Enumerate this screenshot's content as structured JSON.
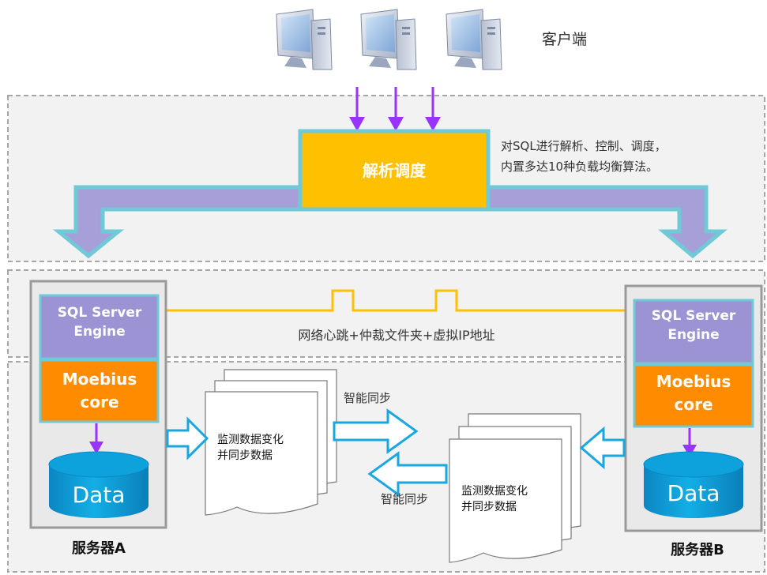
{
  "clients": {
    "label": "客户端",
    "count": 3
  },
  "dispatcher": {
    "label": "解析调度",
    "note_line1": "对SQL进行解析、控制、调度，",
    "note_line2": "内置多达10种负载均衡算法。"
  },
  "heartbeat": {
    "label": "网络心跳+仲裁文件夹+虚拟IP地址"
  },
  "server_a": {
    "engine_line1": "SQL Server",
    "engine_line2": "Engine",
    "core_line1": "Moebius",
    "core_line2": "core",
    "data_label": "Data",
    "caption": "服务器A"
  },
  "server_b": {
    "engine_line1": "SQL Server",
    "engine_line2": "Engine",
    "core_line1": "Moebius",
    "core_line2": "core",
    "data_label": "Data",
    "caption": "服务器B"
  },
  "doc_a": {
    "line1": "监测数据变化",
    "line2": "并同步数据"
  },
  "doc_b": {
    "line1": "监测数据变化",
    "line2": "并同步数据"
  },
  "sync": {
    "right_label": "智能同步",
    "left_label": "智能同步"
  },
  "colors": {
    "dispatcher": "#FFC000",
    "engine": "#9B93D3",
    "core": "#FF8C00",
    "data": "#0EA2DC",
    "flow_arrow": "#A79FD8",
    "flow_border": "#6FC9D6",
    "client_arrow": "#9933FF",
    "heartbeat_line": "#FFC000",
    "sync_arrow_border": "#19A7E0"
  }
}
